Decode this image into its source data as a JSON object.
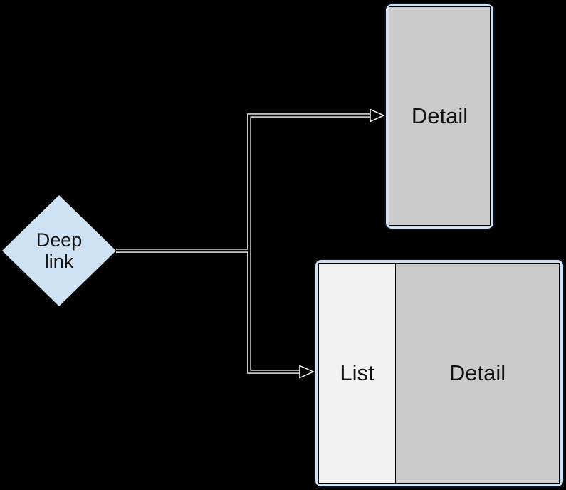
{
  "diagram": {
    "background": "#000000",
    "palette": {
      "background": "#000000",
      "node_fill": "#cfe2f3",
      "frame_fill": "#cfe2f3",
      "frame_border": "#0d1117",
      "screen_fill": "#cbcbcb",
      "list_fill": "#f2f2f2",
      "screen_border": "#000000",
      "connector": "#ffffff",
      "text": "#111111"
    },
    "nodes": {
      "deep_link": {
        "shape": "diamond",
        "label": "Deep link"
      },
      "phone": {
        "type": "phone-portrait-screen",
        "label": "Detail"
      },
      "tablet": {
        "type": "tablet-landscape-screen",
        "panes": {
          "list": "List",
          "detail": "Detail"
        }
      }
    },
    "edges": [
      {
        "from": "deep_link",
        "to": "phone",
        "style": "double-line-open-arrow"
      },
      {
        "from": "deep_link",
        "to": "tablet",
        "style": "double-line-open-arrow"
      }
    ]
  }
}
